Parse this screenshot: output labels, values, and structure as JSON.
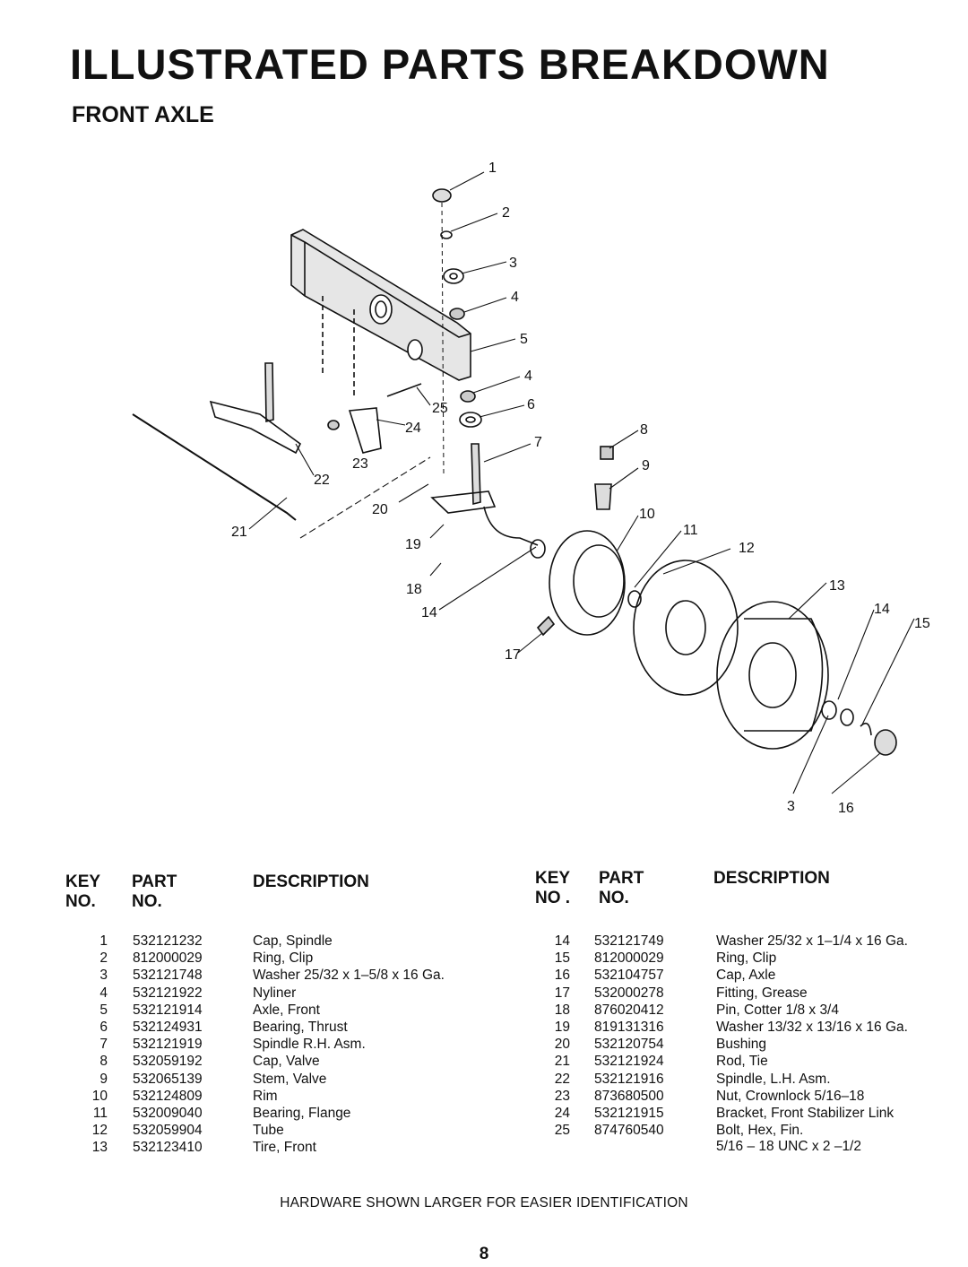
{
  "header": {
    "title": "ILLUSTRATED PARTS BREAKDOWN",
    "subtitle": "FRONT AXLE"
  },
  "diagram": {
    "callouts": [
      "1",
      "2",
      "3",
      "4",
      "5",
      "4",
      "25",
      "6",
      "24",
      "8",
      "7",
      "23",
      "22",
      "9",
      "20",
      "10",
      "21",
      "11",
      "12",
      "19",
      "18",
      "13",
      "14",
      "14",
      "15",
      "17",
      "3",
      "16"
    ]
  },
  "table": {
    "headers": {
      "key": "KEY",
      "no": "NO.",
      "no_alt": "NO .",
      "part": "PART",
      "part_no": "NO.",
      "description": "DESCRIPTION"
    },
    "left_rows": [
      {
        "key": "1",
        "part": "532121232",
        "desc": "Cap, Spindle"
      },
      {
        "key": "2",
        "part": "812000029",
        "desc": "Ring, Clip"
      },
      {
        "key": "3",
        "part": "532121748",
        "desc": "Washer 25/32 x 1–5/8 x 16 Ga."
      },
      {
        "key": "4",
        "part": "532121922",
        "desc": "Nyliner"
      },
      {
        "key": "5",
        "part": "532121914",
        "desc": "Axle, Front"
      },
      {
        "key": "6",
        "part": "532124931",
        "desc": "Bearing, Thrust"
      },
      {
        "key": "7",
        "part": "532121919",
        "desc": "Spindle R.H. Asm."
      },
      {
        "key": "8",
        "part": "532059192",
        "desc": "Cap, Valve"
      },
      {
        "key": "9",
        "part": "532065139",
        "desc": "Stem, Valve"
      },
      {
        "key": "10",
        "part": "532124809",
        "desc": "Rim"
      },
      {
        "key": "11",
        "part": "532009040",
        "desc": "Bearing, Flange"
      },
      {
        "key": "12",
        "part": "532059904",
        "desc": "Tube"
      },
      {
        "key": "13",
        "part": "532123410",
        "desc": "Tire, Front"
      }
    ],
    "right_rows": [
      {
        "key": "14",
        "part": "532121749",
        "desc": "Washer 25/32 x 1–1/4 x 16 Ga."
      },
      {
        "key": "15",
        "part": "812000029",
        "desc": "Ring, Clip"
      },
      {
        "key": "16",
        "part": "532104757",
        "desc": "Cap, Axle"
      },
      {
        "key": "17",
        "part": "532000278",
        "desc": "Fitting, Grease"
      },
      {
        "key": "18",
        "part": "876020412",
        "desc": "Pin, Cotter 1/8 x 3/4"
      },
      {
        "key": "19",
        "part": "819131316",
        "desc": "Washer 13/32 x 13/16 x 16 Ga."
      },
      {
        "key": "20",
        "part": "532120754",
        "desc": "Bushing"
      },
      {
        "key": "21",
        "part": "532121924",
        "desc": "Rod, Tie"
      },
      {
        "key": "22",
        "part": "532121916",
        "desc": "Spindle, L.H. Asm."
      },
      {
        "key": "23",
        "part": "873680500",
        "desc": "Nut, Crownlock 5/16–18"
      },
      {
        "key": "24",
        "part": "532121915",
        "desc": "Bracket, Front Stabilizer Link"
      },
      {
        "key": "25",
        "part": "874760540",
        "desc": "Bolt, Hex, Fin."
      }
    ],
    "right_extra_line": "5/16 – 18 UNC x 2 –1/2"
  },
  "footer": {
    "note": "HARDWARE SHOWN LARGER FOR EASIER IDENTIFICATION",
    "page": "8"
  }
}
